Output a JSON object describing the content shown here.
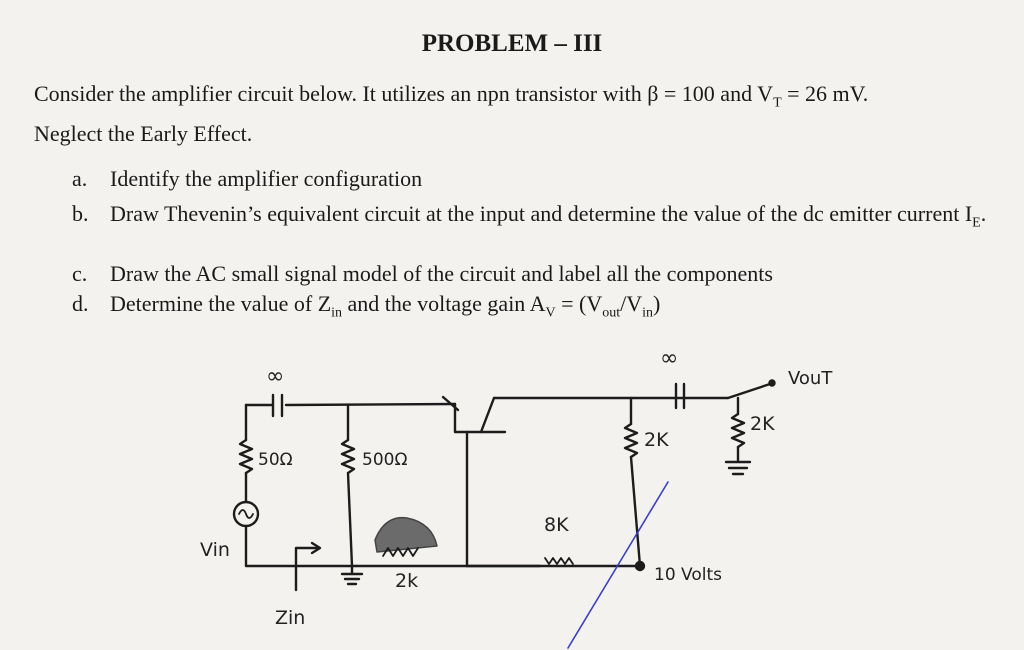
{
  "problem": {
    "title": "PROBLEM – III",
    "intro_line1": "Consider the amplifier circuit below. It utilizes an npn transistor with β = 100 and V",
    "intro_vt_sub": "T",
    "intro_line1_end": " = 26 mV.",
    "intro_line2": "Neglect the Early Effect.",
    "items": [
      {
        "letter": "a.",
        "text": "Identify the amplifier configuration"
      },
      {
        "letter": "b.",
        "text": "Draw Thevenin’s equivalent circuit at the input and determine the value of the dc emitter current I",
        "sub": "E",
        "end": "."
      },
      {
        "letter": "c.",
        "text": "Draw the AC small signal model of the circuit and label all the components"
      },
      {
        "letter": "d.",
        "text_parts": [
          "Determine the value of Z",
          "in",
          " and the voltage gain A",
          "V",
          " = (V",
          "out",
          "/V",
          "in",
          ")"
        ]
      }
    ]
  },
  "circuit": {
    "cap_input_label": "∞",
    "cap_output_label": "∞",
    "r_source": "50Ω",
    "r_base": "500Ω",
    "r_emitter_ac": "2k",
    "r_8k": "8K",
    "r_collector": "2K",
    "r_load": "2K",
    "supply": "10 Volts",
    "vin_label": "Vin",
    "zin_label": "Zin",
    "vout_label": "VouT"
  }
}
